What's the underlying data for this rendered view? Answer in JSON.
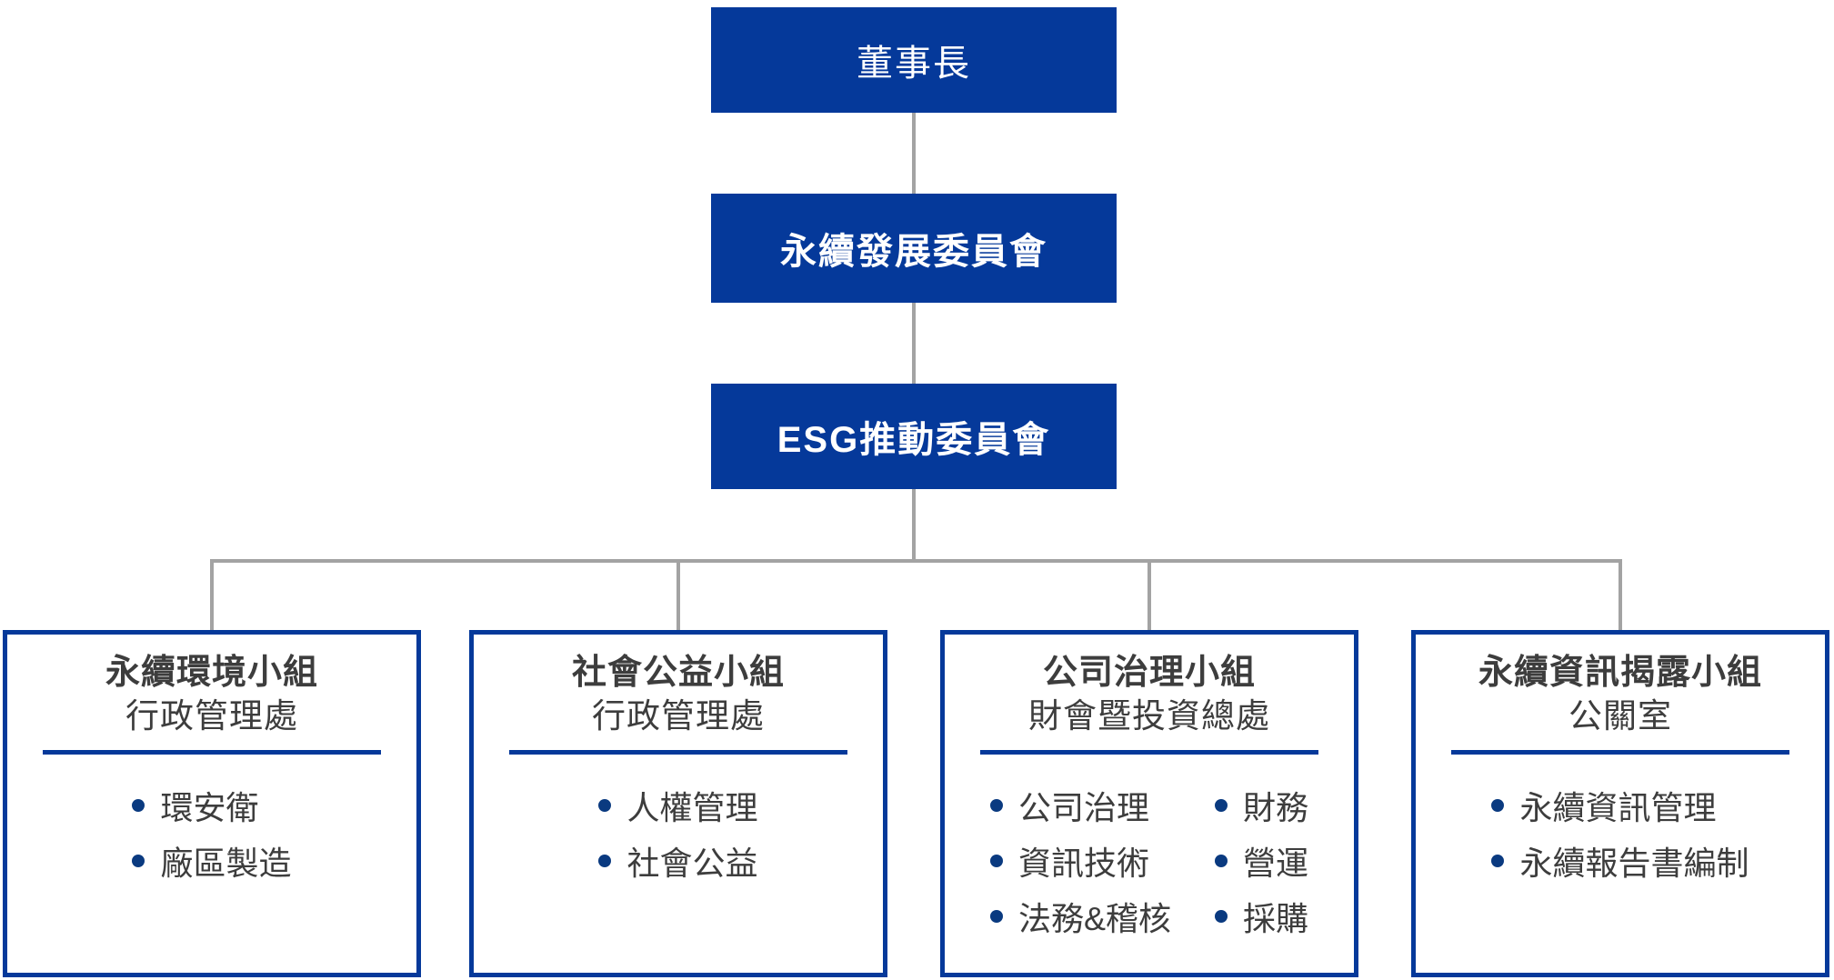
{
  "colors": {
    "accent": "#05399a",
    "bullet": "#0a3a80",
    "connector": "#a3a3a3",
    "text": "#3d3d3d",
    "node_text": "#ffffff",
    "background": "#ffffff"
  },
  "chart_data": {
    "type": "org-chart",
    "nodes": {
      "chairman": {
        "label": "董事長"
      },
      "csr_committee": {
        "label": "永續發展委員會"
      },
      "esg_committee": {
        "label": "ESG推動委員會"
      }
    },
    "groups": [
      {
        "title": "永續環境小組",
        "dept": "行政管理處",
        "items": [
          "環安衛",
          "廠區製造"
        ]
      },
      {
        "title": "社會公益小組",
        "dept": "行政管理處",
        "items": [
          "人權管理",
          "社會公益"
        ]
      },
      {
        "title": "公司治理小組",
        "dept": "財會暨投資總處",
        "items_left": [
          "公司治理",
          "資訊技術",
          "法務&稽核"
        ],
        "items_right": [
          "財務",
          "營運",
          "採購"
        ]
      },
      {
        "title": "永續資訊揭露小組",
        "dept": "公關室",
        "items": [
          "永續資訊管理",
          "永續報告書編制"
        ]
      }
    ]
  }
}
